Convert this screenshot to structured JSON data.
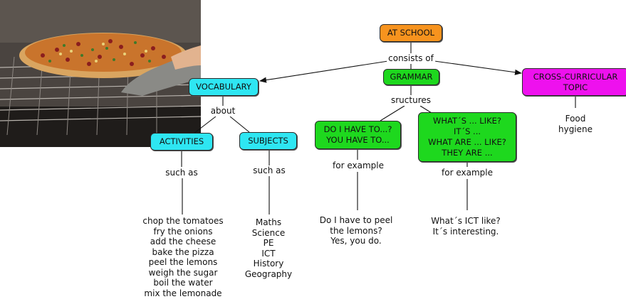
{
  "colors": {
    "orange": "#f7931e",
    "cyan": "#2ee6f2",
    "green": "#1ed81e",
    "magenta": "#ee11ee"
  },
  "nodes": {
    "at_school": "AT SCHOOL",
    "vocabulary": "VOCABULARY",
    "grammar": "GRAMMAR",
    "cross_curricular": "CROSS-CURRICULAR\nTOPIC",
    "activities": "ACTIVITIES",
    "subjects": "SUBJECTS",
    "do_i_have_to": "DO I HAVE TO...?\nYOU HAVE TO...",
    "whats_like": "WHAT´S ... LIKE?\nIT´S ...\nWHAT ARE ... LIKE?\nTHEY ARE ..."
  },
  "links": {
    "consists_of": "consists of",
    "about": "about",
    "sructures": "sructures",
    "such_as_1": "such as",
    "such_as_2": "such as",
    "for_example_1": "for example",
    "for_example_2": "for example"
  },
  "leaves": {
    "food_hygiene": "Food hygiene",
    "activities_list": "chop the tomatoes\nfry the onions\nadd the cheese\nbake the pizza\npeel the lemons\nweigh the sugar\nboil the water\nmix the lemonade",
    "subjects_list": "Maths\nScience\nPE\nICT\nHistory\nGeography",
    "do_example": "Do I have to peel\nthe lemons?\nYes, you do.",
    "like_example": "What´s ICT like?\nIt´s interesting."
  },
  "image": {
    "subject": "pizza-in-oven-photo"
  }
}
